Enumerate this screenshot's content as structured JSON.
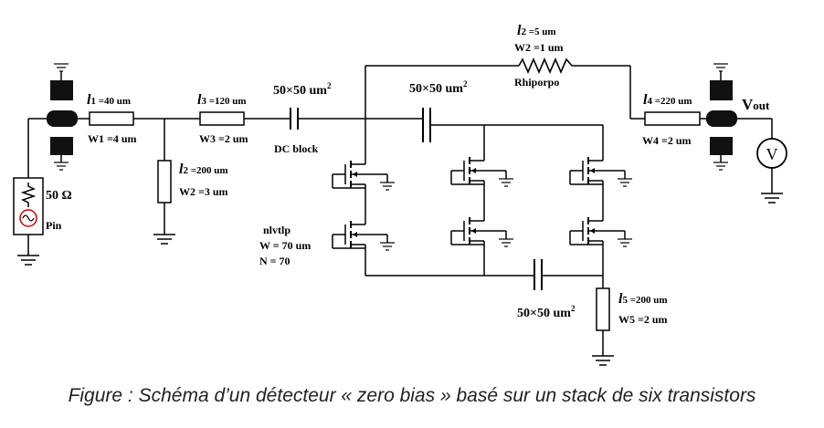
{
  "caption": "Figure : Schéma d’un détecteur « zero bias » basé sur un stack de six transistors",
  "source": {
    "resistance": "50 Ω",
    "label": "Pin"
  },
  "lines": {
    "l1": {
      "l_sym": "l",
      "l_val": "1 =40 um",
      "w": "W1 =4 um"
    },
    "l3": {
      "l_sym": "l",
      "l_val": "3 =120 um",
      "w": "W3 =2 um"
    },
    "l2_stub": {
      "l_sym": "l",
      "l_val": "2 =200 um",
      "w": "W2 =3 um"
    },
    "l2_top": {
      "l_sym": "l",
      "l_val": "2 =5 um",
      "w": "W2 =1 um"
    },
    "l4": {
      "l_sym": "l",
      "l_val": "4 =220 um",
      "w": "W4 =2 um"
    },
    "l5": {
      "l_sym": "l",
      "l_val": "5 =200 um",
      "w": "W5 =2 um"
    }
  },
  "capacitors": {
    "c1": {
      "size": "50×50 um",
      "exp": "2",
      "note": "DC block"
    },
    "c2": {
      "size": "50×50 um",
      "exp": "2"
    },
    "c3": {
      "size": "50×50 um",
      "exp": "2"
    }
  },
  "resistor_top": "Rhiporpo",
  "transistor": {
    "name": "nlvtlp",
    "w": "W = 70 um",
    "n": "N = 70"
  },
  "output": {
    "v": "V",
    "sub": "out",
    "meter": "V"
  }
}
